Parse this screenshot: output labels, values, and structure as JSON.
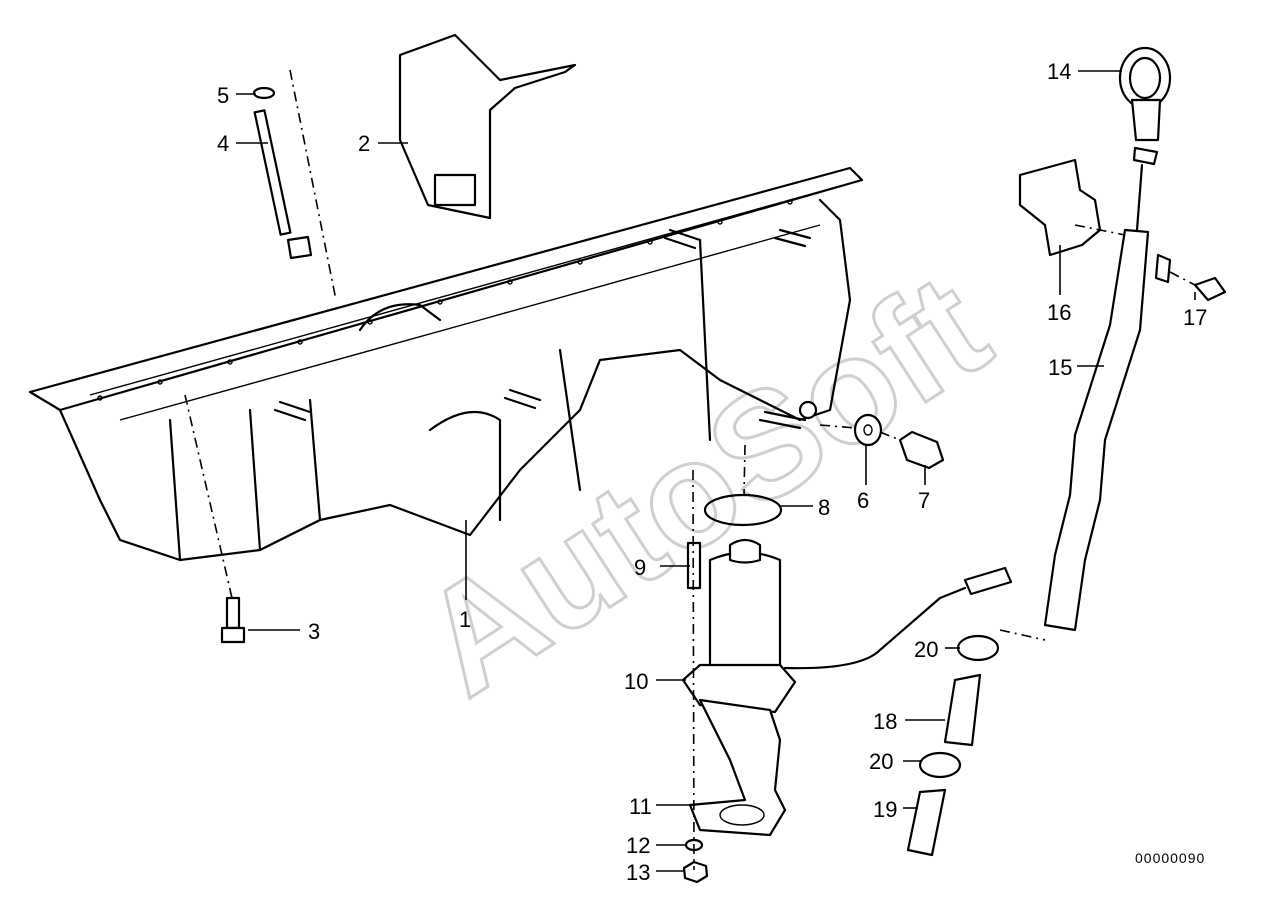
{
  "watermark": "AutoSoft",
  "document_number": "00000090",
  "callouts": {
    "c1": "1",
    "c2": "2",
    "c3": "3",
    "c4": "4",
    "c5": "5",
    "c6": "6",
    "c7": "7",
    "c8": "8",
    "c9": "9",
    "c10": "10",
    "c11": "11",
    "c12": "12",
    "c13": "13",
    "c14": "14",
    "c15": "15",
    "c16": "16",
    "c17": "17",
    "c18": "18",
    "c19": "19",
    "c20a": "20",
    "c20b": "20"
  }
}
